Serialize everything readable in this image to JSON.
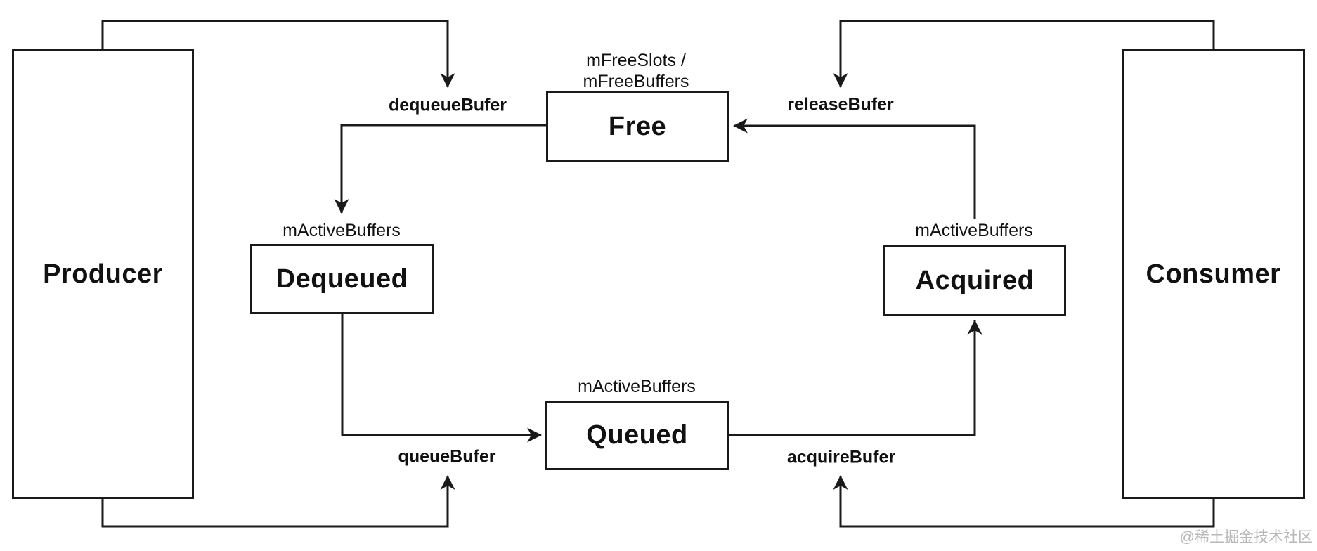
{
  "diagram": {
    "type": "buffer-state-flow",
    "background_color": "#ffffff",
    "line_color": "#1a1a1a",
    "actors": {
      "producer": {
        "label": "Producer"
      },
      "consumer": {
        "label": "Consumer"
      }
    },
    "states": {
      "free": {
        "label": "Free",
        "note_line1": "mFreeSlots /",
        "note_line2": "mFreeBuffers"
      },
      "dequeued": {
        "label": "Dequeued",
        "note": "mActiveBuffers"
      },
      "queued": {
        "label": "Queued",
        "note": "mActiveBuffers"
      },
      "acquired": {
        "label": "Acquired",
        "note": "mActiveBuffers"
      }
    },
    "transitions": {
      "dequeue": {
        "label": "dequeueBufer"
      },
      "queue": {
        "label": "queueBufer"
      },
      "acquire": {
        "label": "acquireBufer"
      },
      "release": {
        "label": "releaseBufer"
      }
    },
    "watermark": {
      "label": "@稀土掘金技术社区",
      "color": "#b8b8b8"
    }
  }
}
